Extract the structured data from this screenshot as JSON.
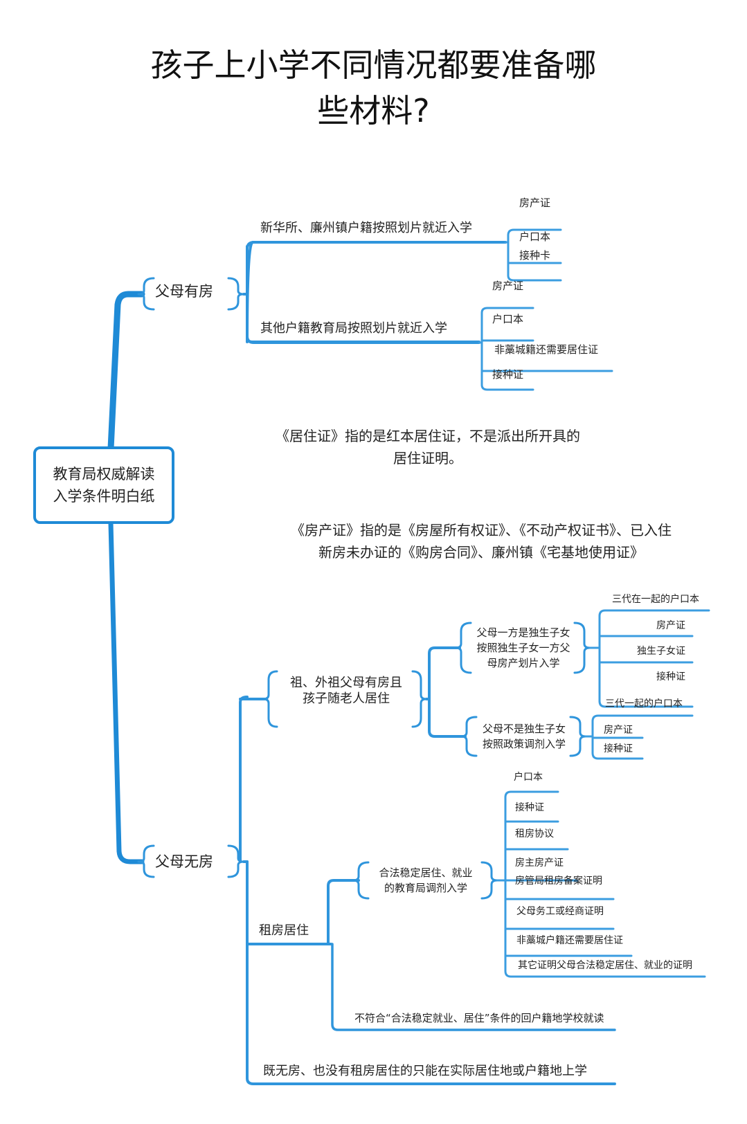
{
  "title": {
    "line1": "孩子上小学不同情况都要准备哪",
    "line2": "些材料?"
  },
  "root": {
    "line1": "教育局权威解读",
    "line2": "入学条件明白纸"
  },
  "branch_has_house": {
    "label": "父母有房",
    "sub1": {
      "label": "新华所、廉州镇户籍按照划片就近入学",
      "items": [
        "房产证",
        "户口本",
        "接种卡"
      ]
    },
    "sub2": {
      "label": "其他户籍教育局按照划片就近入学",
      "items": [
        "房产证",
        "户口本",
        "非藁城籍还需要居住证",
        "接种证"
      ]
    }
  },
  "notes": {
    "residence_line1": "《居住证》指的是红本居住证，不是派出所开具的",
    "residence_line2": "居住证明。",
    "property_line1": "《房产证》指的是《房屋所有权证》、《不动产权证书》、已入住",
    "property_line2": "新房未办证的《购房合同》、廉州镇《宅基地使用证》"
  },
  "branch_no_house": {
    "label": "父母无房",
    "grandparents": {
      "line1": "祖、外祖父母有房且",
      "line2": "孩子随老人居住",
      "only_child": {
        "line1": "父母一方是独生子女",
        "line2": "按照独生子女一方父",
        "line3": "母房产划片入学",
        "items": [
          "三代在一起的户口本",
          "房产证",
          "独生子女证",
          "接种证"
        ]
      },
      "not_only_child": {
        "line1": "父母不是独生子女",
        "line2": "按照政策调剂入学",
        "items": [
          "三代一起的户口本",
          "房产证",
          "接种证"
        ]
      }
    },
    "renting": {
      "label": "租房居住",
      "legal": {
        "line1": "合法稳定居住、就业",
        "line2": "的教育局调剂入学",
        "items": [
          "户口本",
          "接种证",
          "租房协议",
          "房主房产证",
          "房管局租房备案证明",
          "父母务工或经商证明",
          "非藁城户籍还需要居住证",
          "其它证明父母合法稳定居住、就业的证明"
        ]
      },
      "not_legal": "不符合“合法稳定就业、居住”条件的回户籍地学校就读"
    },
    "none": "既无房、也没有租房居住的只能在实际居住地或户籍地上学"
  },
  "colors": {
    "trunk": "#1e8ad6",
    "branch": "#2f95dc",
    "leaf": "#3b9de0"
  }
}
